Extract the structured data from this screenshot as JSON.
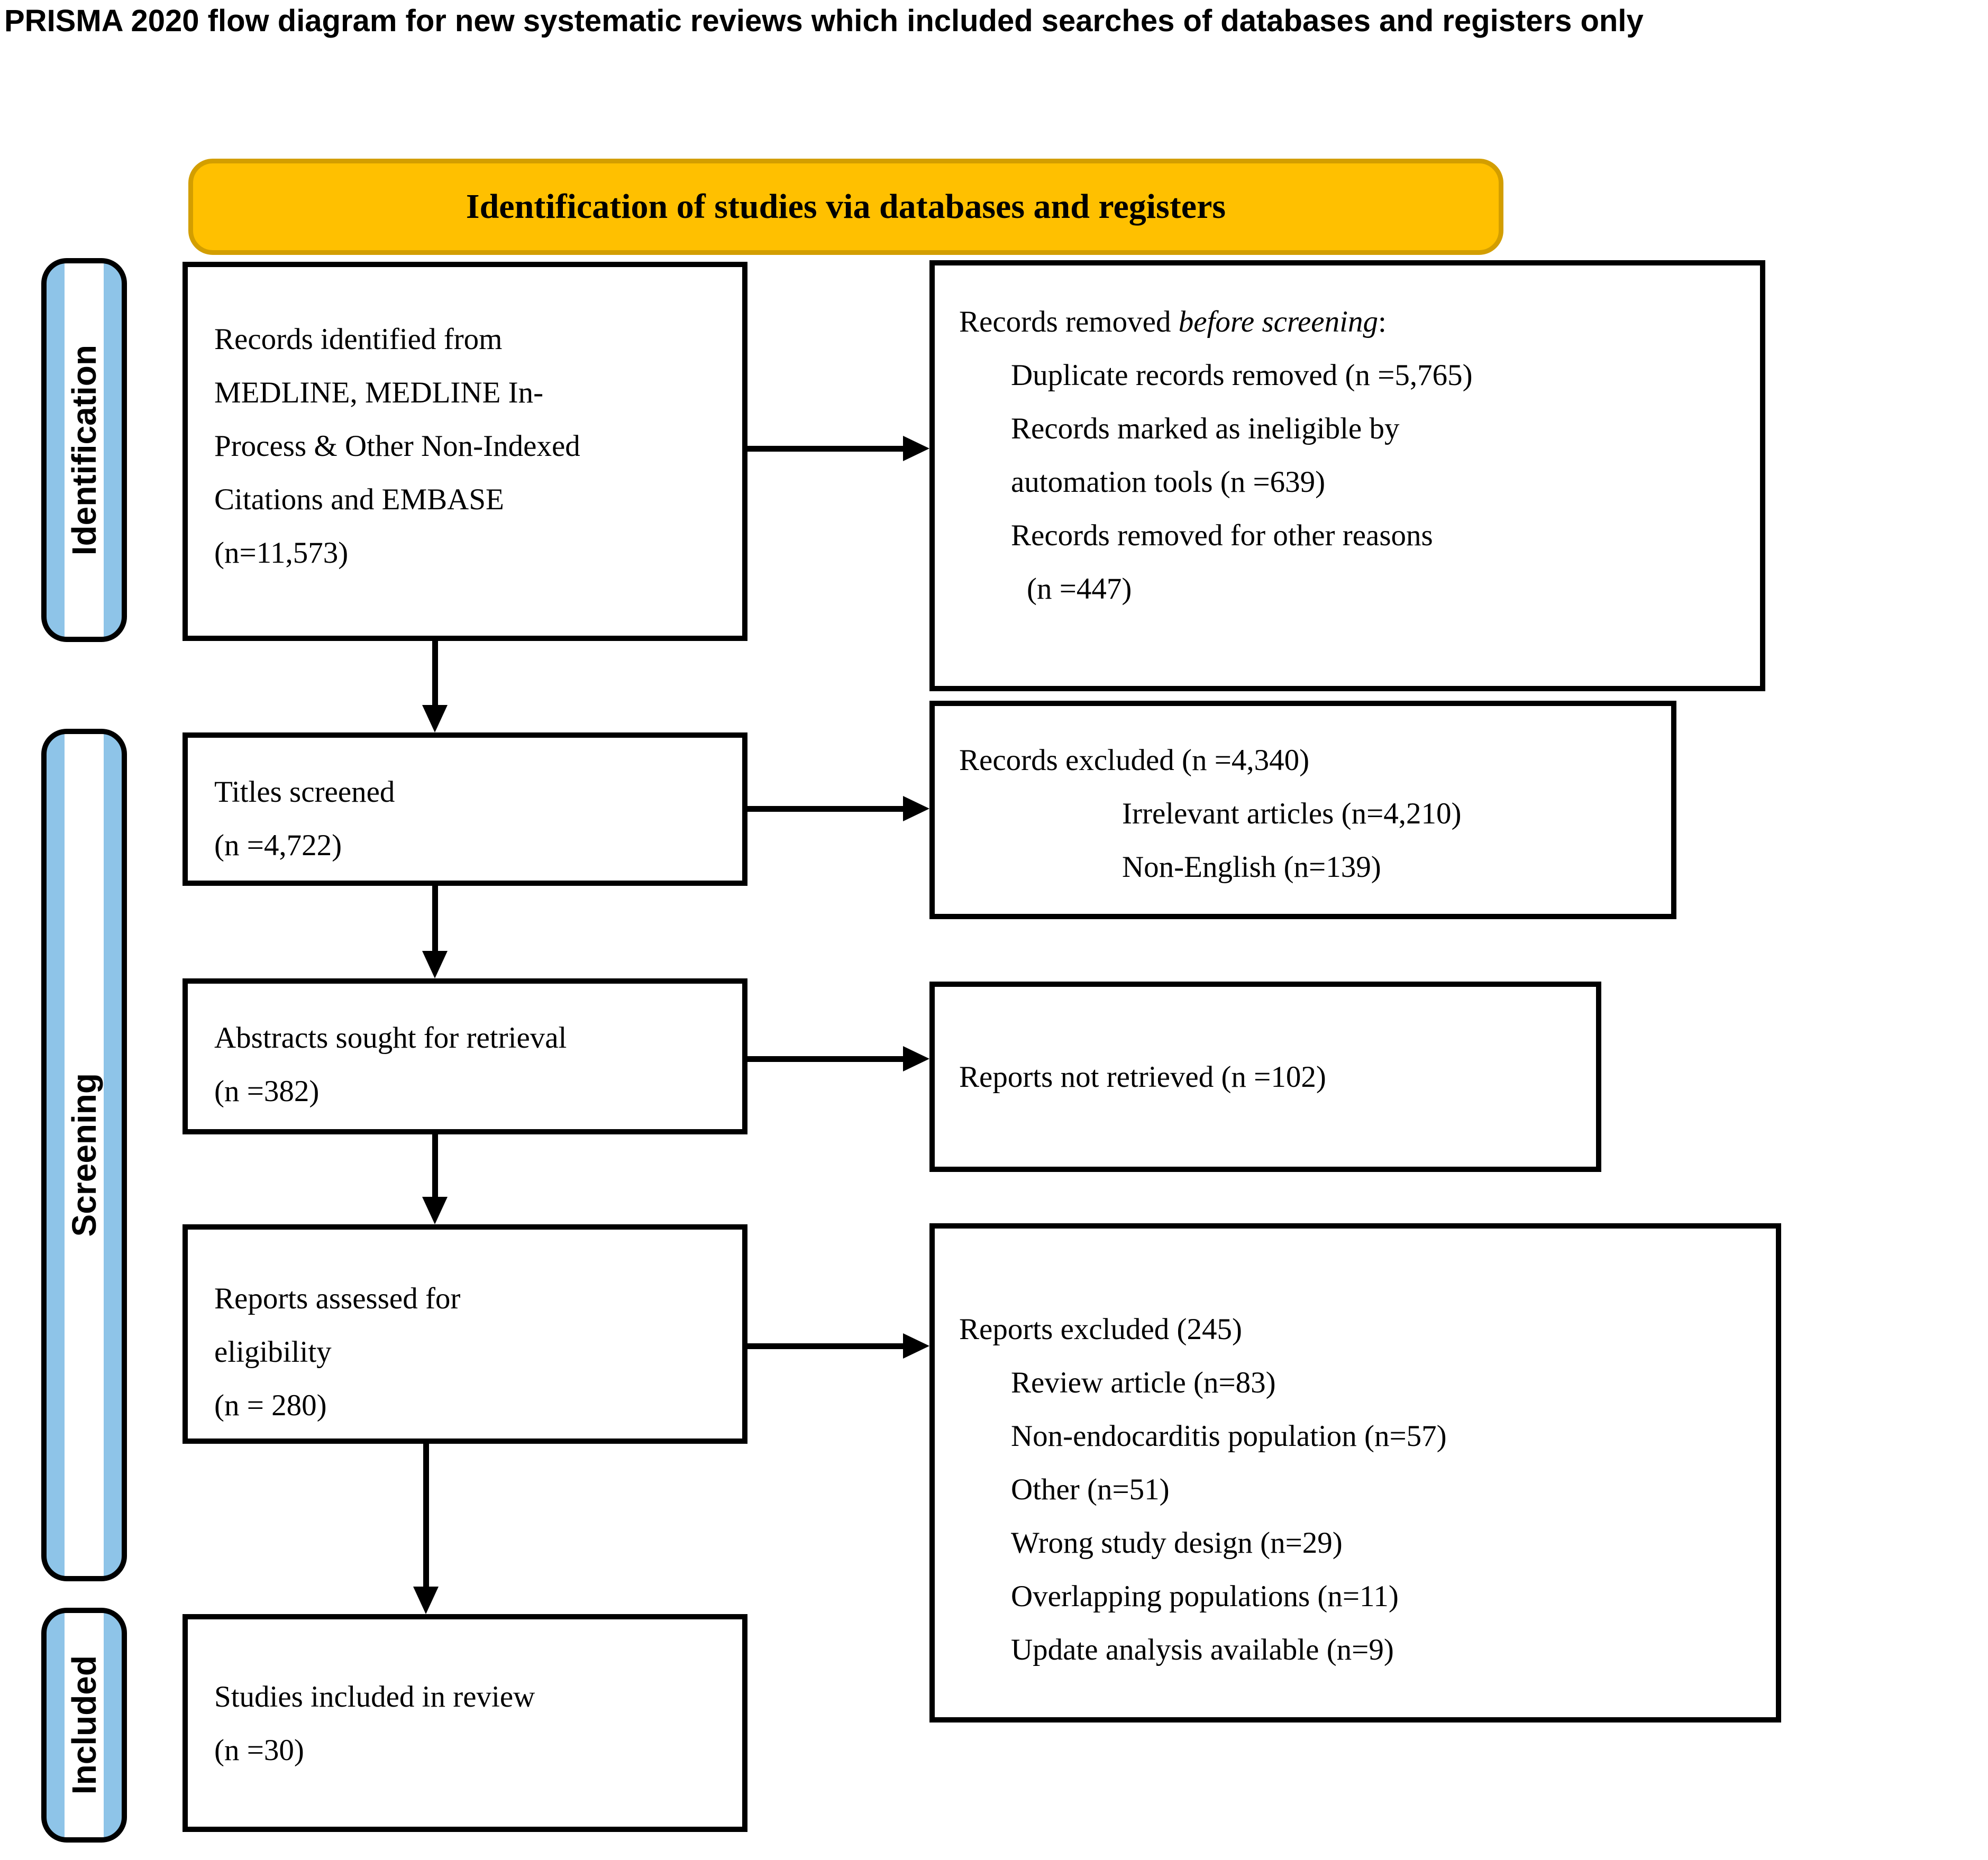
{
  "title": "PRISMA 2020 flow diagram for new systematic reviews which included searches of databases and registers only",
  "banner": {
    "label": "Identification of studies via databases and registers"
  },
  "stages": [
    {
      "label": "Identification"
    },
    {
      "label": "Screening"
    },
    {
      "label": "Included"
    }
  ],
  "colors": {
    "banner_fill": "#FFC000",
    "banner_border": "#D39E00",
    "stage_fill": "#8EC4E8",
    "line": "#000000"
  },
  "boxes": {
    "records_identified": {
      "lines": [
        "Records identified from",
        "MEDLINE, MEDLINE In-",
        "Process & Other Non-Indexed",
        "Citations and EMBASE",
        "(n=11,573)"
      ]
    },
    "records_removed": {
      "title_prefix": "Records removed ",
      "title_italic": "before screening",
      "title_suffix": ":",
      "items": [
        "Duplicate records removed  (n =5,765)",
        "Records marked as ineligible by",
        "automation tools (n =639)",
        "Records removed for other reasons",
        "(n =447)"
      ]
    },
    "titles_screened": {
      "lines": [
        "Titles screened",
        "(n =4,722)"
      ]
    },
    "records_excluded": {
      "title": "Records excluded  (n =4,340)",
      "items": [
        "Irrelevant articles (n=4,210)",
        "Non-English  (n=139)"
      ]
    },
    "abstracts_sought": {
      "lines": [
        "Abstracts sought for retrieval",
        "(n =382)"
      ]
    },
    "reports_not_retrieved": {
      "line": "Reports not retrieved  (n =102)"
    },
    "reports_assessed": {
      "lines": [
        "Reports assessed for",
        "eligibility",
        "(n = 280)"
      ]
    },
    "reports_excluded": {
      "title": "Reports excluded  (245)",
      "items": [
        "Review  article (n=83)",
        "Non-endocarditis population  (n=57)",
        "Other (n=51)",
        "Wrong study design  (n=29)",
        "Overlapping populations  (n=11)",
        "Update analysis available  (n=9)"
      ]
    },
    "studies_included": {
      "lines": [
        "Studies included in review",
        "(n =30)"
      ]
    }
  }
}
